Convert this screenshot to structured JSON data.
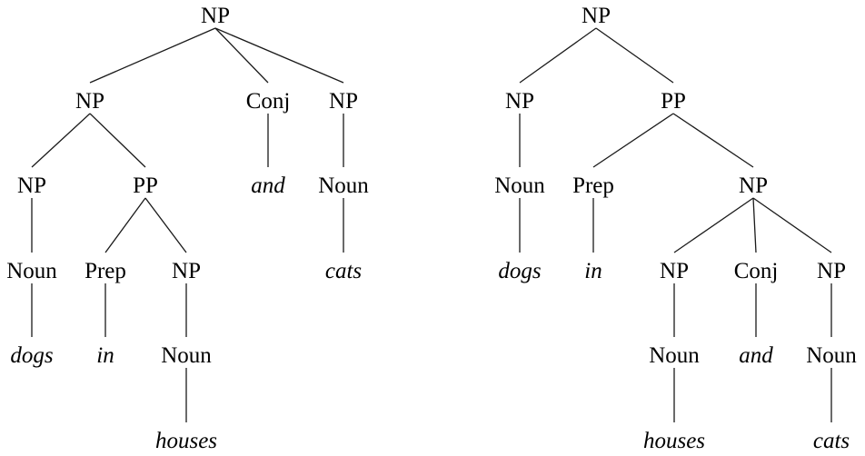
{
  "trees": [
    {
      "root": {
        "label": "NP",
        "children": [
          {
            "label": "NP",
            "children": [
              {
                "label": "NP",
                "children": [
                  {
                    "label": "Noun",
                    "children": [
                      {
                        "label": "dogs",
                        "word": true
                      }
                    ]
                  }
                ]
              },
              {
                "label": "PP",
                "children": [
                  {
                    "label": "Prep",
                    "children": [
                      {
                        "label": "in",
                        "word": true
                      }
                    ]
                  },
                  {
                    "label": "NP",
                    "children": [
                      {
                        "label": "Noun",
                        "children": [
                          {
                            "label": "houses",
                            "word": true
                          }
                        ]
                      }
                    ]
                  }
                ]
              }
            ]
          },
          {
            "label": "Conj",
            "children": [
              {
                "label": "and",
                "word": true
              }
            ]
          },
          {
            "label": "NP",
            "children": [
              {
                "label": "Noun",
                "children": [
                  {
                    "label": "cats",
                    "word": true
                  }
                ]
              }
            ]
          }
        ]
      }
    },
    {
      "root": {
        "label": "NP",
        "children": [
          {
            "label": "NP",
            "children": [
              {
                "label": "Noun",
                "children": [
                  {
                    "label": "dogs",
                    "word": true
                  }
                ]
              }
            ]
          },
          {
            "label": "PP",
            "children": [
              {
                "label": "Prep",
                "children": [
                  {
                    "label": "in",
                    "word": true
                  }
                ]
              },
              {
                "label": "NP",
                "children": [
                  {
                    "label": "NP",
                    "children": [
                      {
                        "label": "Noun",
                        "children": [
                          {
                            "label": "houses",
                            "word": true
                          }
                        ]
                      }
                    ]
                  },
                  {
                    "label": "Conj",
                    "children": [
                      {
                        "label": "and",
                        "word": true
                      }
                    ]
                  },
                  {
                    "label": "NP",
                    "children": [
                      {
                        "label": "Noun",
                        "children": [
                          {
                            "label": "cats",
                            "word": true
                          }
                        ]
                      }
                    ]
                  }
                ]
              }
            ]
          }
        ]
      }
    }
  ]
}
